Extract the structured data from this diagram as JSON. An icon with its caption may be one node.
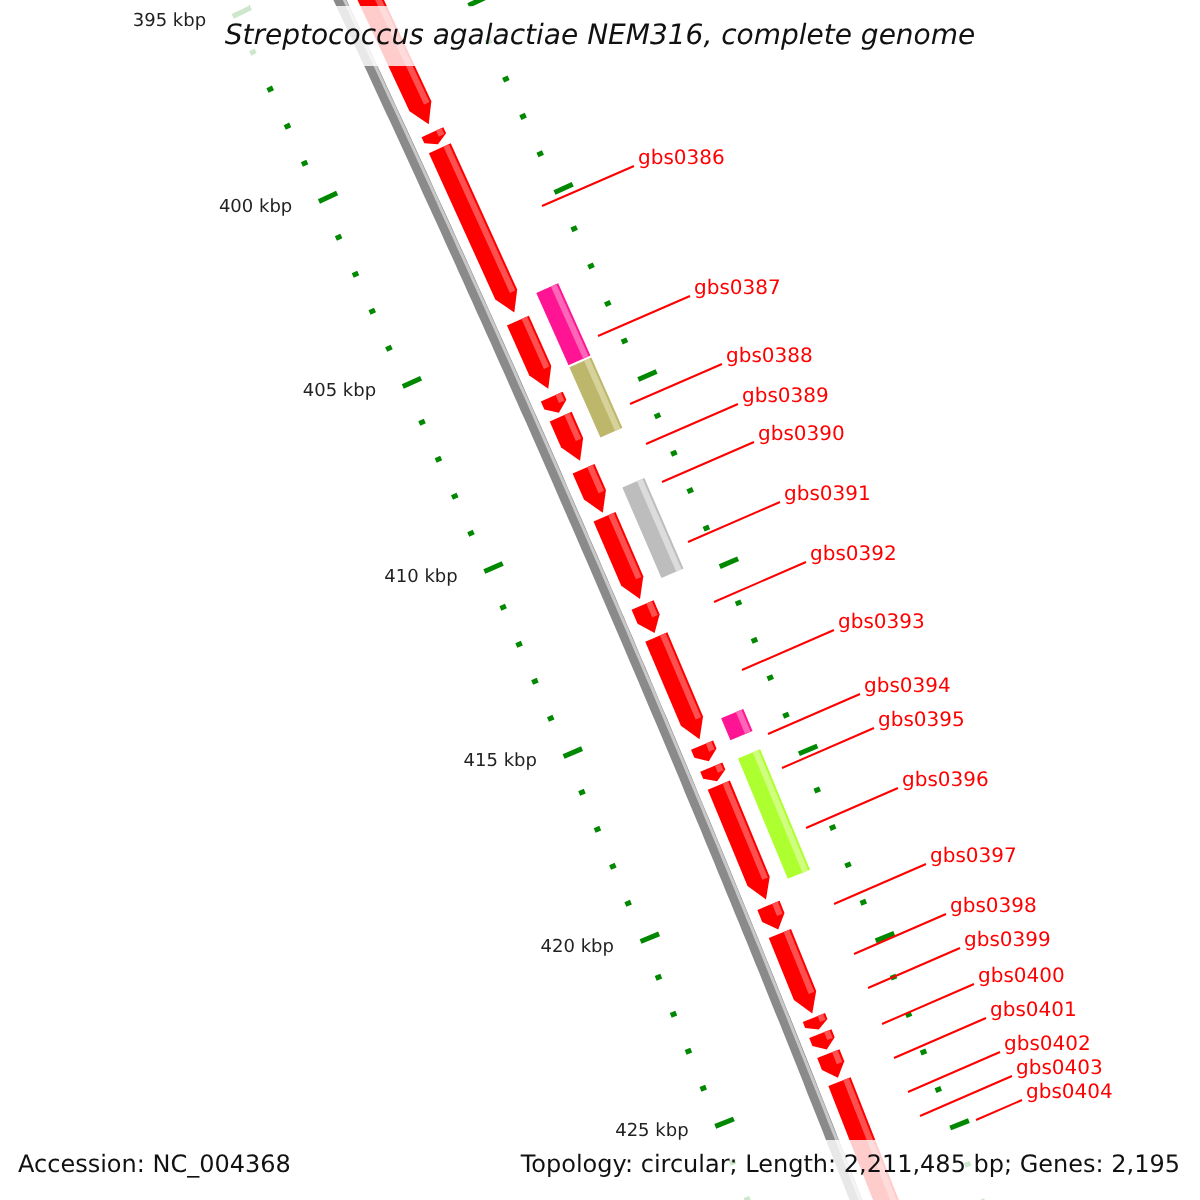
{
  "diagram": {
    "title": "Streptococcus agalactiae NEM316, complete genome",
    "nodes": [
      {
        "text": [
          "gbs0386"
        ]
      },
      {
        "text": [
          "gbs0387"
        ]
      },
      {
        "text": [
          "gbs0388"
        ]
      },
      {
        "text": [
          "gbs0389"
        ]
      },
      {
        "text": [
          "gbs0390"
        ]
      },
      {
        "text": [
          "gbs0391"
        ]
      },
      {
        "text": [
          "gbs0392"
        ]
      },
      {
        "text": [
          "gbs0393"
        ]
      },
      {
        "text": [
          "gbs0394"
        ]
      },
      {
        "text": [
          "gbs0395"
        ]
      },
      {
        "text": [
          "gbs0396"
        ]
      },
      {
        "text": [
          "gbs0397"
        ]
      },
      {
        "text": [
          "gbs0398"
        ]
      },
      {
        "text": [
          "gbs0399"
        ]
      },
      {
        "text": [
          "gbs0400"
        ]
      },
      {
        "text": [
          "gbs0401"
        ]
      },
      {
        "text": [
          "gbs0402"
        ]
      },
      {
        "text": [
          "gbs0403"
        ]
      },
      {
        "text": [
          "gbs0404"
        ]
      }
    ],
    "edges": [
      {
        "from": 0,
        "to": null,
        "arrow": "none"
      },
      {
        "from": 1,
        "to": null,
        "arrow": "none"
      },
      {
        "from": 2,
        "to": null,
        "arrow": "none"
      },
      {
        "from": 3,
        "to": null,
        "arrow": "none"
      },
      {
        "from": 4,
        "to": null,
        "arrow": "none"
      },
      {
        "from": 5,
        "to": null,
        "arrow": "none"
      },
      {
        "from": 6,
        "to": null,
        "arrow": "none"
      },
      {
        "from": 7,
        "to": null,
        "arrow": "none"
      },
      {
        "from": 8,
        "to": null,
        "arrow": "none"
      },
      {
        "from": 9,
        "to": null,
        "arrow": "none"
      },
      {
        "from": 10,
        "to": null,
        "arrow": "none"
      },
      {
        "from": 11,
        "to": null,
        "arrow": "none"
      },
      {
        "from": 12,
        "to": null,
        "arrow": "none"
      },
      {
        "from": 13,
        "to": null,
        "arrow": "none"
      },
      {
        "from": 14,
        "to": null,
        "arrow": "none"
      },
      {
        "from": 15,
        "to": null,
        "arrow": "none"
      },
      {
        "from": 16,
        "to": null,
        "arrow": "none"
      },
      {
        "from": 17,
        "to": null,
        "arrow": "none"
      },
      {
        "from": 18,
        "to": null,
        "arrow": "none"
      }
    ],
    "labels": [
      "395 kbp",
      "400 kbp",
      "405 kbp",
      "410 kbp",
      "415 kbp",
      "420 kbp",
      "425 kbp",
      "Accession: NC_004368",
      "Topology: circular; Length: 2,211,485 bp; Genes: 2,195"
    ]
  }
}
